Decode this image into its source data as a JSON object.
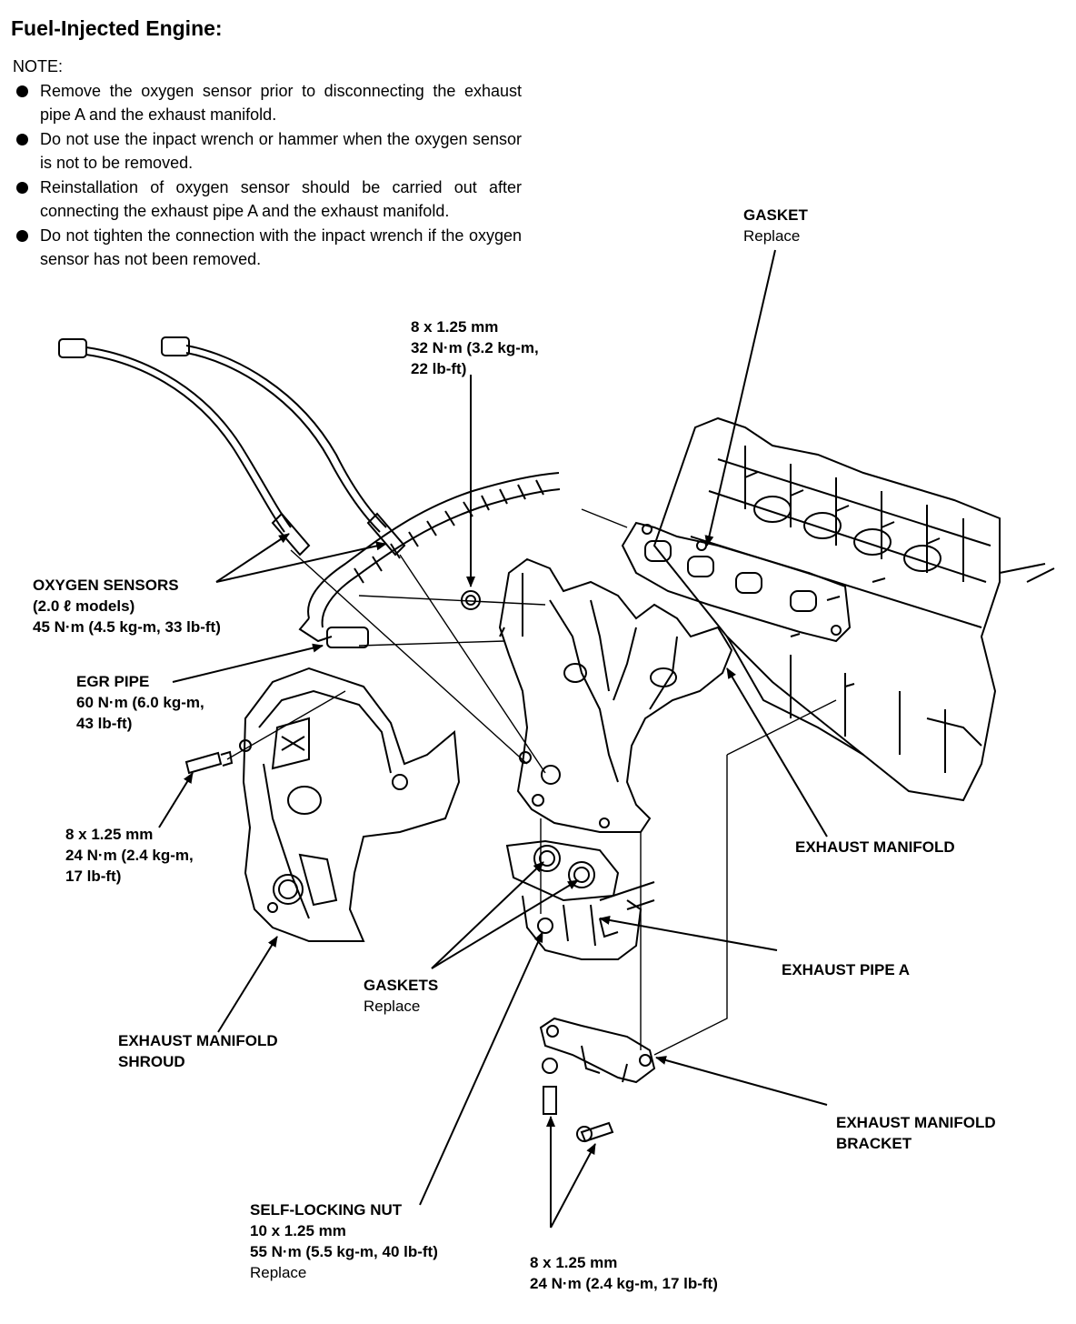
{
  "title": "Fuel-Injected Engine:",
  "note": {
    "heading": "NOTE:",
    "items": [
      "Remove the oxygen sensor prior to disconnecting the exhaust pipe A and the exhaust manifold.",
      "Do not use the inpact wrench or hammer when the oxygen sensor is not to be removed.",
      "Reinstallation of oxygen sensor should be carried out after connecting the exhaust pipe A and the exhaust manifold.",
      "Do not tighten the connection with the inpact wrench if the oxygen sensor has not been removed."
    ]
  },
  "labels": {
    "gasket": {
      "name": "GASKET",
      "note": "Replace"
    },
    "bolt_top": {
      "size": "8 x 1.25 mm",
      "torque1": "32 N·m (3.2 kg-m,",
      "torque2": "22 lb-ft)"
    },
    "oxygen_sensors": {
      "name": "OXYGEN SENSORS",
      "models": "(2.0 ℓ models)",
      "torque": "45 N·m (4.5 kg-m, 33 lb-ft)"
    },
    "egr_pipe": {
      "name": "EGR PIPE",
      "torque1": "60 N·m (6.0 kg-m,",
      "torque2": "43 lb-ft)"
    },
    "bolt_left": {
      "size": "8 x 1.25 mm",
      "torque1": "24 N·m  (2.4 kg-m,",
      "torque2": "17 lb-ft)"
    },
    "exhaust_manifold": {
      "name": "EXHAUST MANIFOLD"
    },
    "exhaust_pipe_a": {
      "name": "EXHAUST PIPE A"
    },
    "gaskets": {
      "name": "GASKETS",
      "note": "Replace"
    },
    "shroud": {
      "line1": "EXHAUST MANIFOLD",
      "line2": "SHROUD"
    },
    "bracket": {
      "line1": "EXHAUST MANIFOLD",
      "line2": "BRACKET"
    },
    "self_locking_nut": {
      "name": "SELF-LOCKING NUT",
      "size": "10 x 1.25 mm",
      "torque": "55 N·m (5.5 kg-m, 40 lb-ft)",
      "note": "Replace"
    },
    "bolt_bottom": {
      "size": "8 x 1.25 mm",
      "torque": "24 N·m (2.4 kg-m, 17 lb-ft)"
    }
  }
}
